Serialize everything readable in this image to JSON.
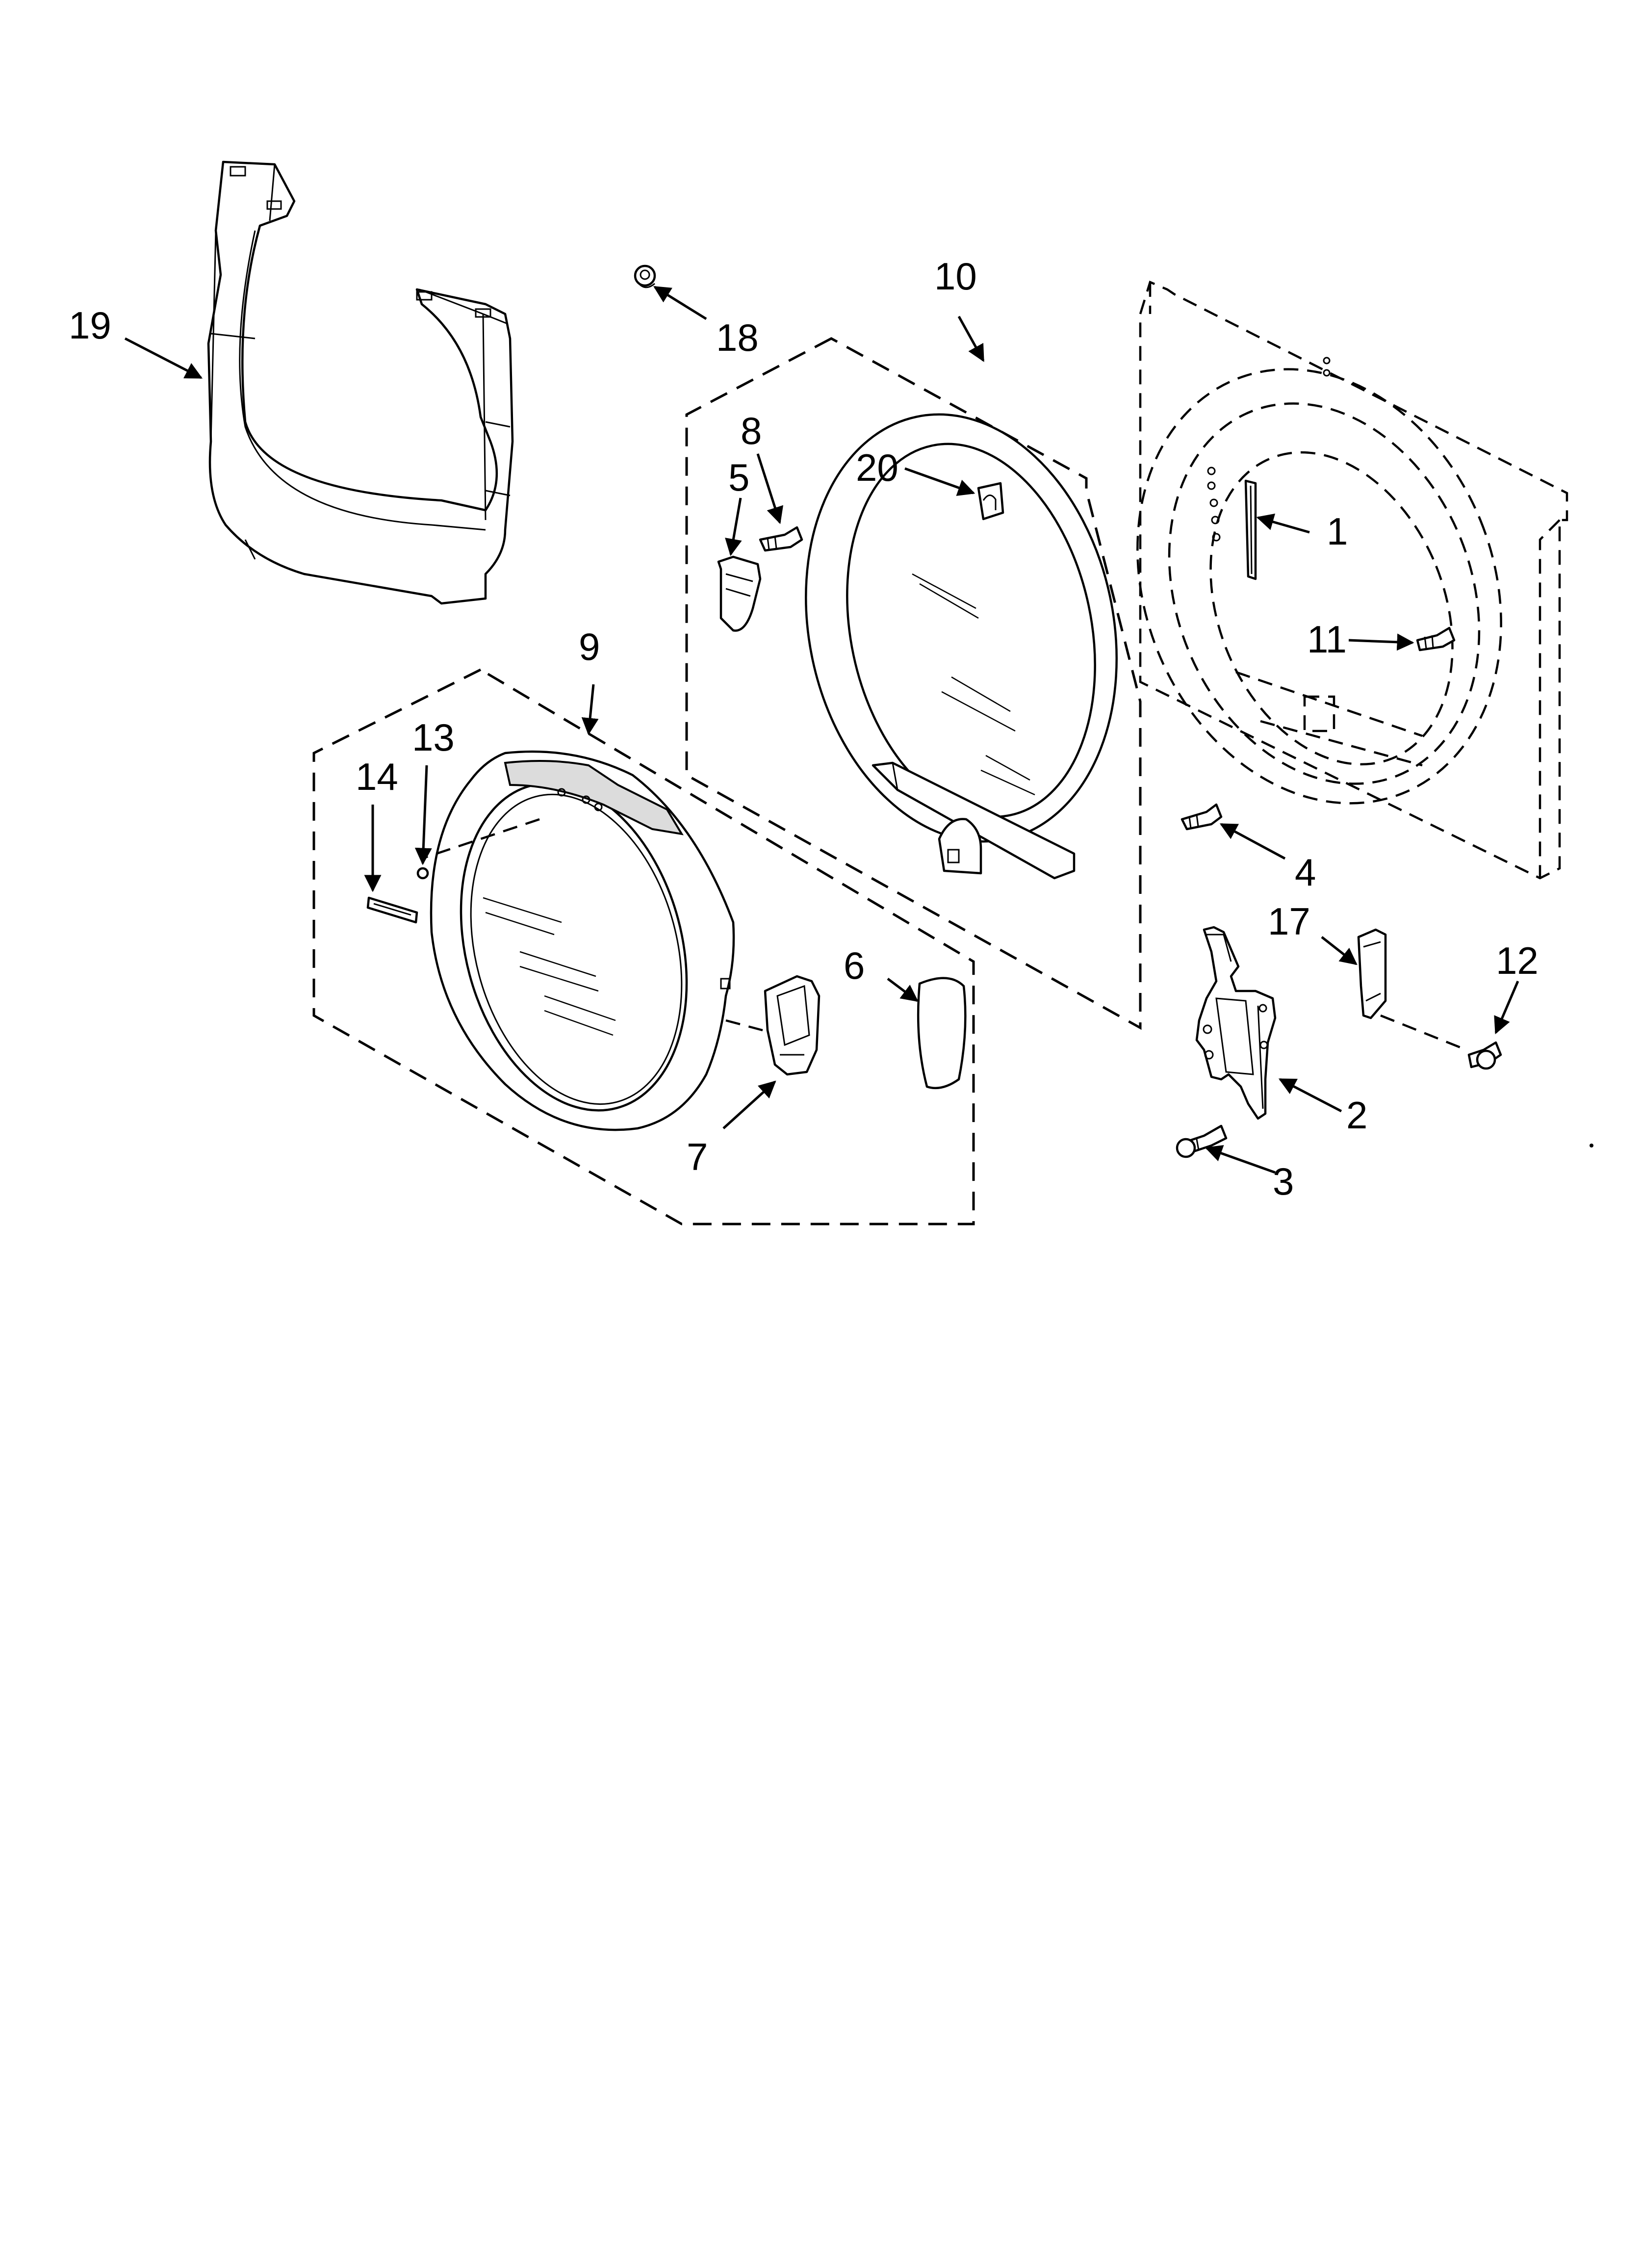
{
  "callouts": {
    "c1": "1",
    "c2": "2",
    "c3": "3",
    "c4": "4",
    "c5": "5",
    "c6": "6",
    "c7": "7",
    "c8": "8",
    "c9": "9",
    "c10": "10",
    "c11": "11",
    "c12": "12",
    "c13": "13",
    "c14": "14",
    "c17": "17",
    "c18": "18",
    "c19": "19",
    "c20": "20"
  }
}
